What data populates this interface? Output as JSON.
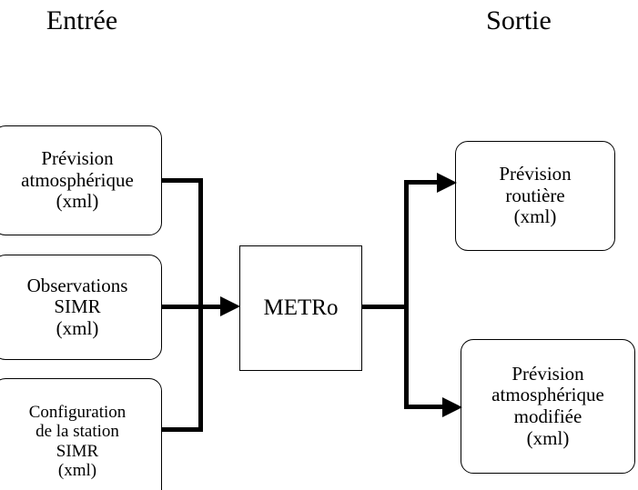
{
  "diagram": {
    "type": "flowchart",
    "titles": {
      "input": "Entrée",
      "output": "Sortie"
    },
    "nodes": {
      "prevision_atmospherique": {
        "id": "prevision-atmospherique",
        "lines": [
          "Prévision",
          "atmosphérique",
          "(xml)"
        ],
        "shape": "rounded-rectangle",
        "role": "input"
      },
      "observations_simr": {
        "id": "observations-simr",
        "lines": [
          "Observations",
          "SIMR",
          "(xml)"
        ],
        "shape": "rounded-rectangle",
        "role": "input"
      },
      "configuration_station": {
        "id": "configuration-station",
        "lines": [
          "Configuration",
          "de la station",
          "SIMR",
          "(xml)"
        ],
        "shape": "rounded-rectangle",
        "role": "input"
      },
      "metro": {
        "id": "metro",
        "lines": [
          "METRo"
        ],
        "shape": "rectangle",
        "role": "process"
      },
      "prevision_routiere": {
        "id": "prevision-routiere",
        "lines": [
          "Prévision",
          "routière",
          "(xml)"
        ],
        "shape": "rounded-rectangle",
        "role": "output"
      },
      "prevision_modifiee": {
        "id": "prevision-modifiee",
        "lines": [
          "Prévision",
          "atmosphérique",
          "modifiée",
          "(xml)"
        ],
        "shape": "rounded-rectangle",
        "role": "output"
      }
    },
    "edges": [
      {
        "name": "prevision-atmospherique-to-metro",
        "from": "prevision_atmospherique",
        "to": "metro",
        "arrow": true
      },
      {
        "name": "observations-simr-to-metro",
        "from": "observations_simr",
        "to": "metro",
        "arrow": true
      },
      {
        "name": "configuration-station-to-metro",
        "from": "configuration_station",
        "to": "metro",
        "arrow": true
      },
      {
        "name": "metro-to-prevision-routiere",
        "from": "metro",
        "to": "prevision_routiere",
        "arrow": true
      },
      {
        "name": "metro-to-prevision-modifiee",
        "from": "metro",
        "to": "prevision_modifiee",
        "arrow": true
      }
    ],
    "colors": {
      "background": "#ffffff",
      "stroke": "#000000",
      "text": "#000000"
    }
  }
}
